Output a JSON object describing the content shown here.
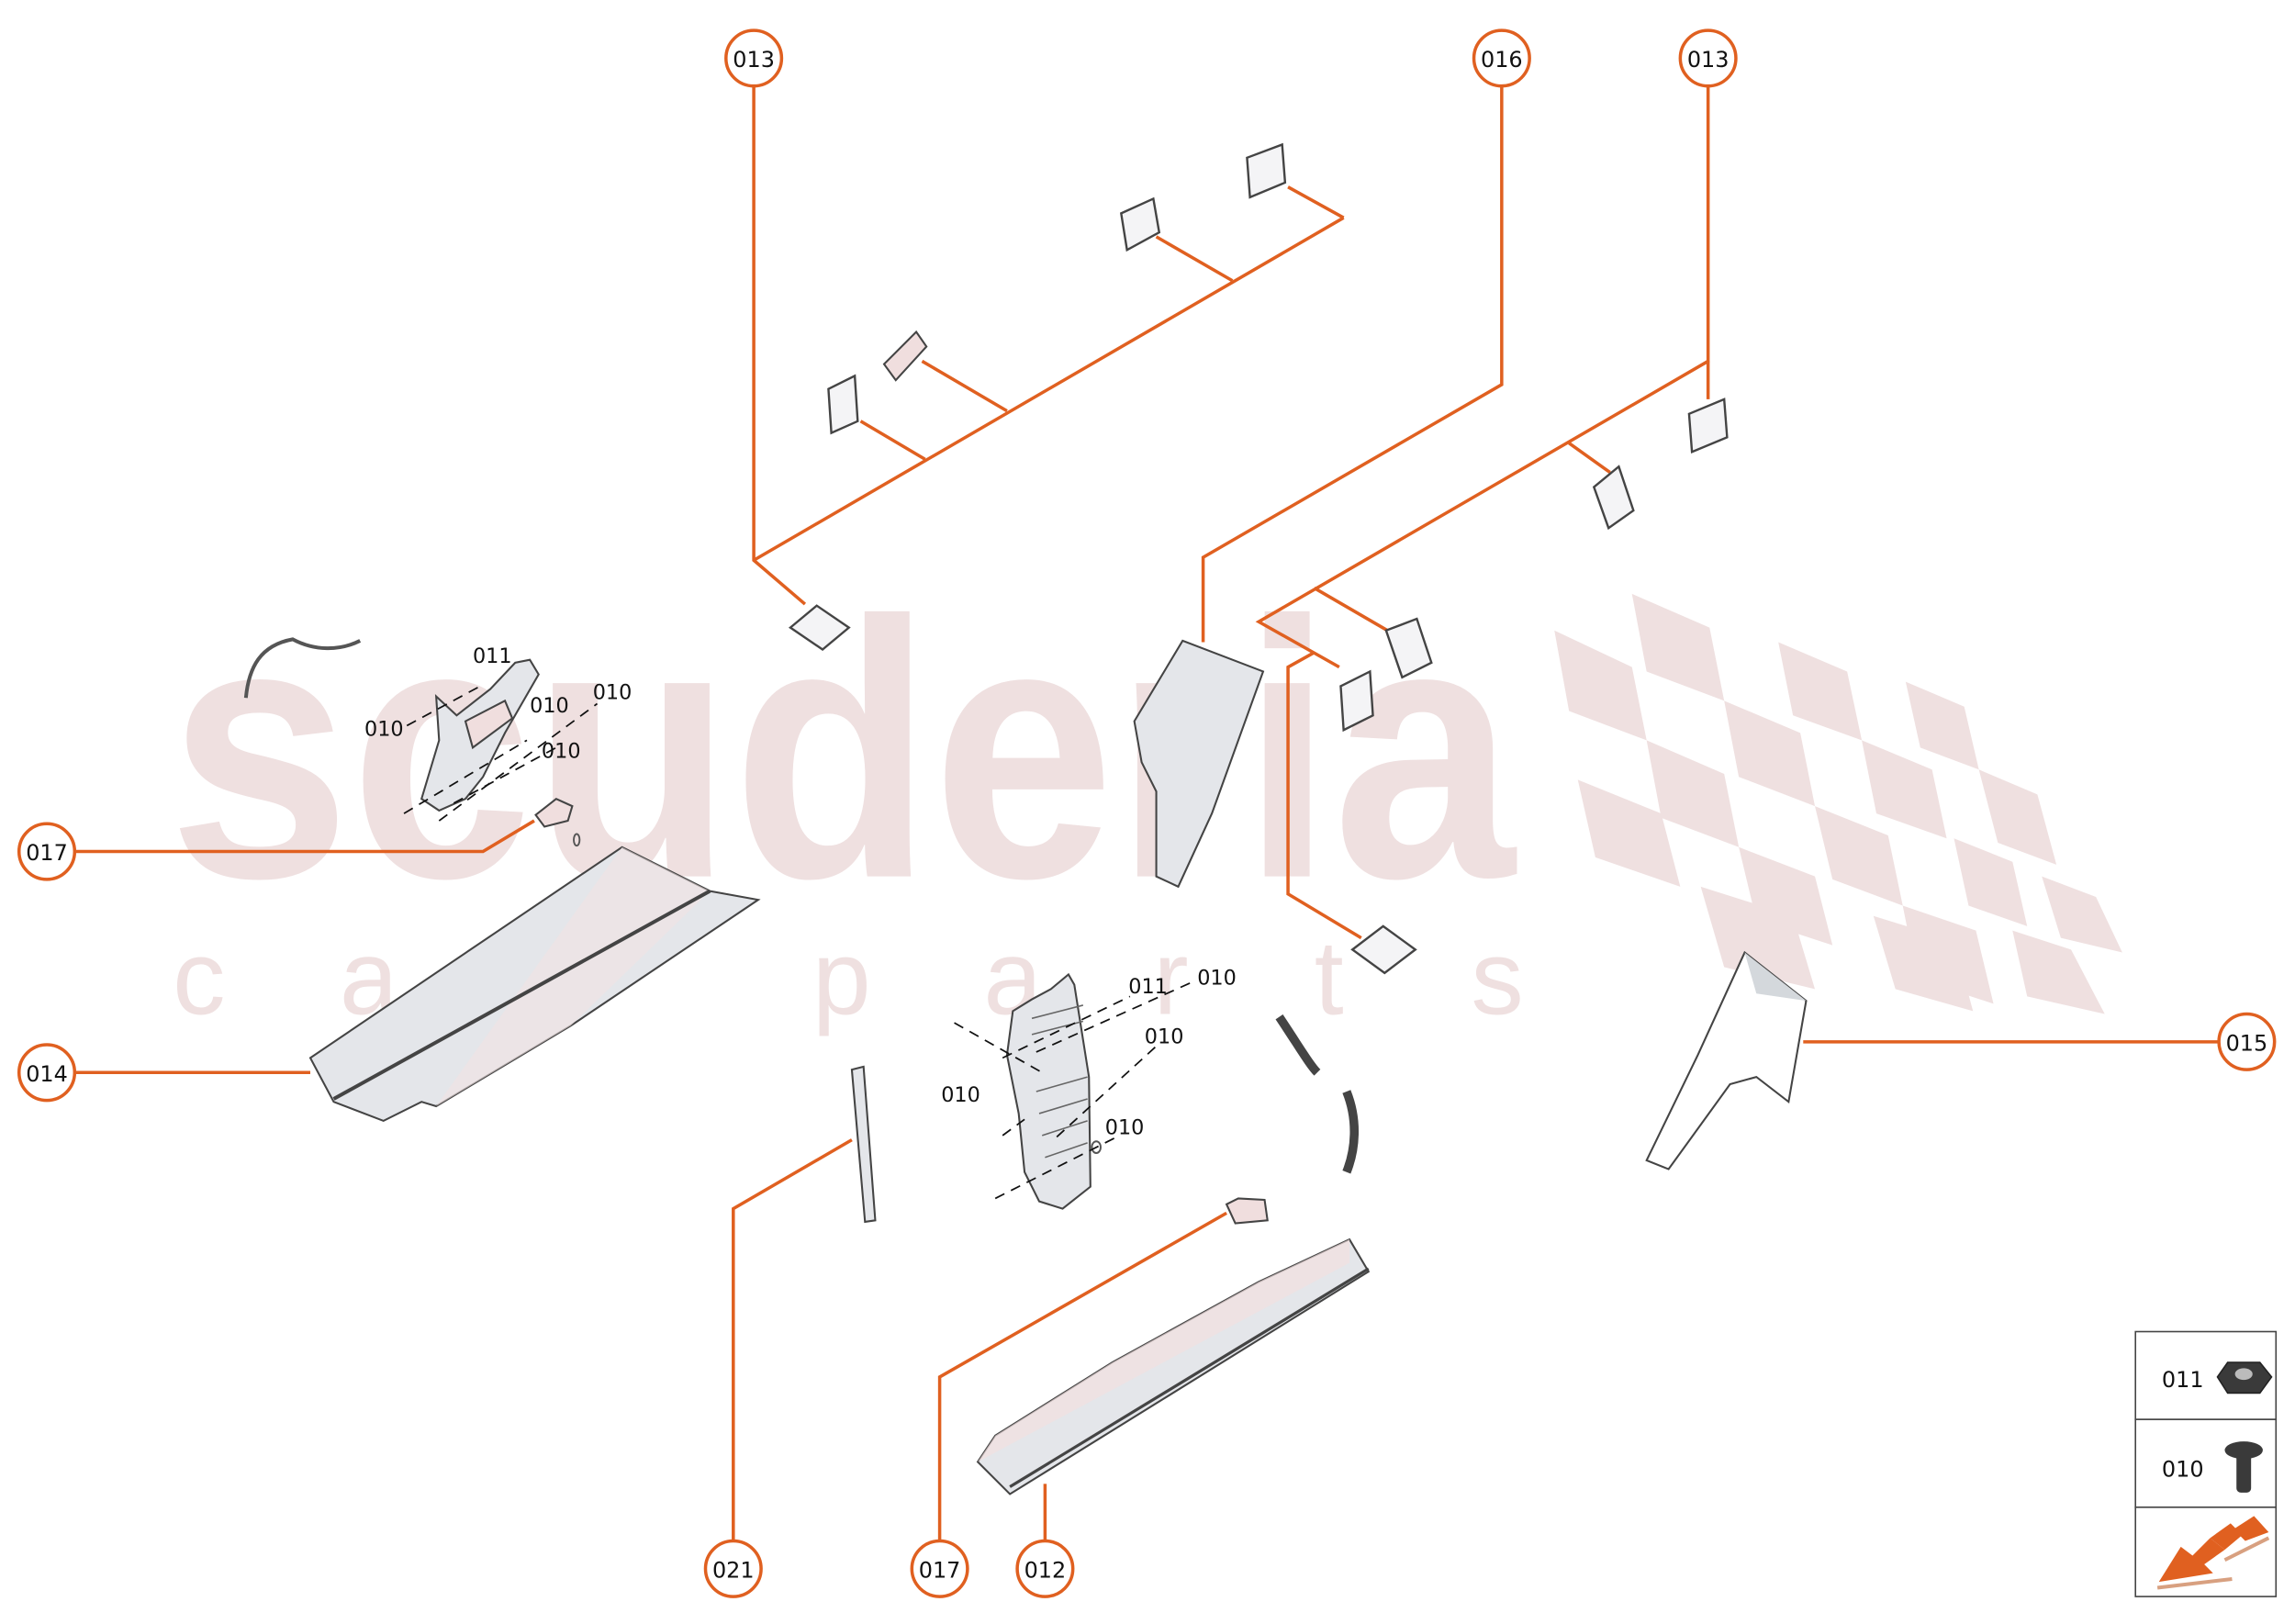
{
  "watermark": {
    "brand": "scuderia",
    "tagline_letters": [
      "c",
      "a",
      "r",
      "p",
      "a",
      "r",
      "t",
      "s"
    ],
    "color": "#efe0e0"
  },
  "colors": {
    "leader_line": "#e06020",
    "callout_border": "#e06020",
    "part_outline": "#444444",
    "part_fill": "#e4e6ea",
    "part_tint": "#f0dede"
  },
  "callouts": [
    {
      "id": "callout-013-left",
      "label": "013"
    },
    {
      "id": "callout-016",
      "label": "016"
    },
    {
      "id": "callout-013-right",
      "label": "013"
    },
    {
      "id": "callout-017-left",
      "label": "017"
    },
    {
      "id": "callout-014",
      "label": "014"
    },
    {
      "id": "callout-015",
      "label": "015"
    },
    {
      "id": "callout-021",
      "label": "021"
    },
    {
      "id": "callout-017-bottom",
      "label": "017"
    },
    {
      "id": "callout-012",
      "label": "012"
    }
  ],
  "fastener_labels_left": [
    "011",
    "010",
    "010",
    "010",
    "010"
  ],
  "fastener_labels_center": [
    "011",
    "010",
    "010",
    "010",
    "010"
  ],
  "legend": {
    "rows": [
      {
        "label": "011",
        "icon": "hex-nut-icon"
      },
      {
        "label": "010",
        "icon": "torx-screw-icon"
      },
      {
        "label": "",
        "icon": "direction-arrow-icon"
      }
    ]
  }
}
